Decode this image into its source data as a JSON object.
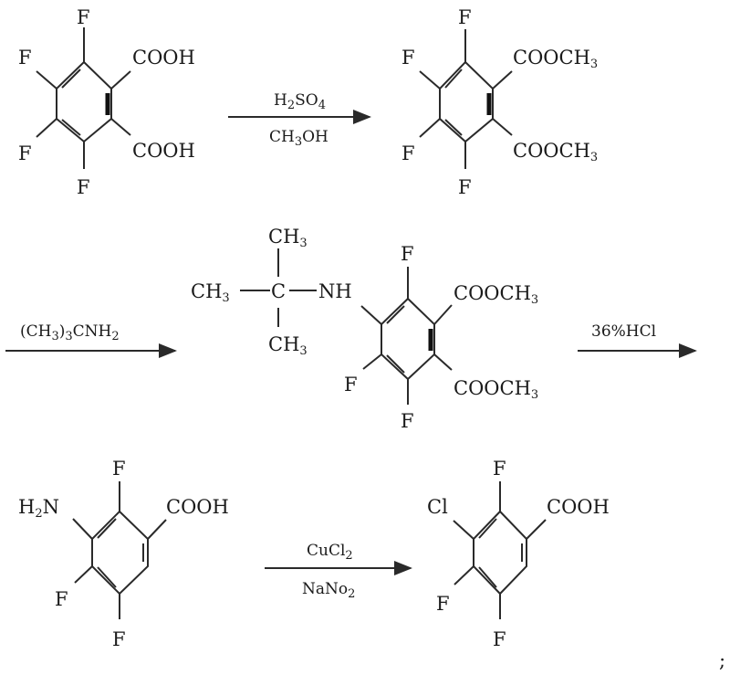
{
  "diagram": {
    "type": "chemical-reaction-scheme",
    "ink_color": "#1a1a1a",
    "background": "#ffffff",
    "molecules": [
      {
        "id": "tetrafluorophthalic-acid",
        "substituents": {
          "f1": "F",
          "f2": "F",
          "f3": "F",
          "f4": "F",
          "cooh1": "COOH",
          "cooh2": "COOH"
        }
      },
      {
        "id": "dimethyl-tetrafluorophthalate",
        "substituents": {
          "f1": "F",
          "f2": "F",
          "f3": "F",
          "f4": "F",
          "ester1_main": "COOCH",
          "ester1_sub": "3",
          "ester2_main": "COOCH",
          "ester2_sub": "3"
        }
      },
      {
        "id": "tert-butylamino-trifluorophthalate",
        "substituents": {
          "ch3_top_main": "CH",
          "ch3_top_sub": "3",
          "ch3_left_main": "CH",
          "ch3_left_sub": "3",
          "c_center": "C",
          "nh": "NH",
          "ch3_bottom_main": "CH",
          "ch3_bottom_sub": "3",
          "f1": "F",
          "f2": "F",
          "f3": "F",
          "ester1_main": "COOCH",
          "ester1_sub": "3",
          "ester2_main": "COOCH",
          "ester2_sub": "3"
        }
      },
      {
        "id": "amino-trifluorobenzoic-acid",
        "substituents": {
          "h2n_h": "H",
          "h2n_sub": "2",
          "h2n_n": "N",
          "f1": "F",
          "f2": "F",
          "f3": "F",
          "cooh": "COOH"
        }
      },
      {
        "id": "chloro-trifluorobenzoic-acid",
        "substituents": {
          "cl": "Cl",
          "f1": "F",
          "f2": "F",
          "f3": "F",
          "cooh": "COOH"
        }
      }
    ],
    "reactions": [
      {
        "step": 1,
        "above_main": "H",
        "above_sub1": "2",
        "above_mid": "SO",
        "above_sub2": "4",
        "below_main": "CH",
        "below_sub": "3",
        "below_end": "OH"
      },
      {
        "step": 2,
        "above_open": "(CH",
        "above_sub1": "3",
        "above_close": ")",
        "above_sub2": "3",
        "above_end": "CNH",
        "above_sub3": "2"
      },
      {
        "step": 3,
        "above": "36%HCl"
      },
      {
        "step": 4,
        "above_main": "CuCl",
        "above_sub": "2",
        "below_main": "NaNo",
        "below_sub": "2"
      }
    ],
    "trailing_punctuation": ";"
  }
}
